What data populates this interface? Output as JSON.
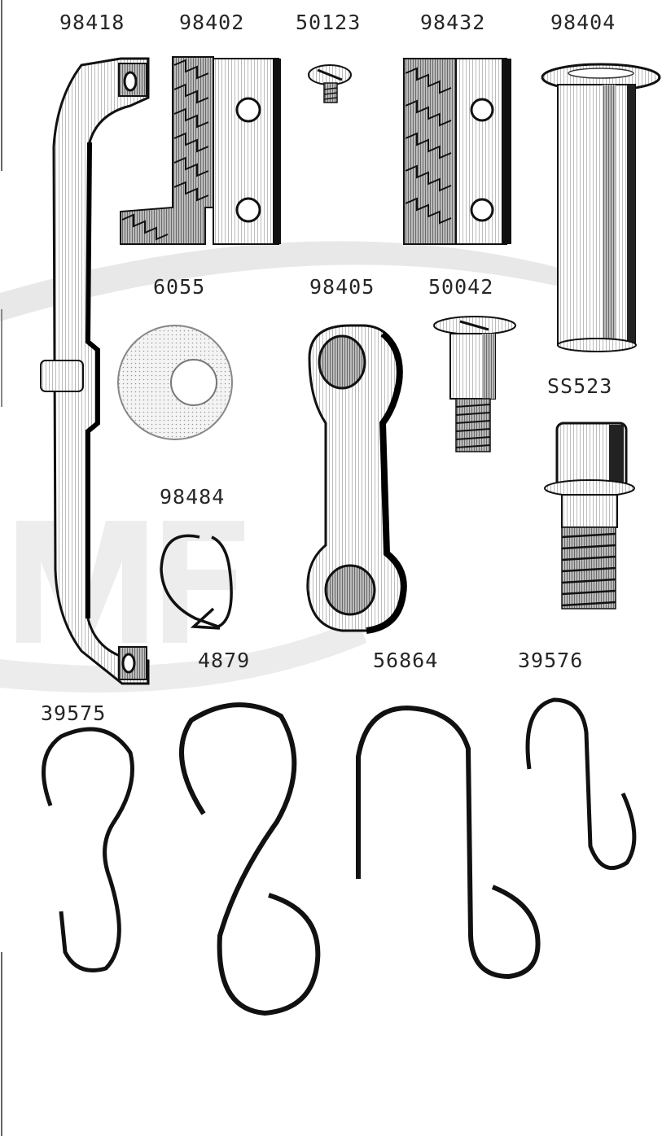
{
  "parts": [
    {
      "id": "part-98418",
      "number": "98418"
    },
    {
      "id": "part-98402",
      "number": "98402"
    },
    {
      "id": "part-50123",
      "number": "50123"
    },
    {
      "id": "part-98432",
      "number": "98432"
    },
    {
      "id": "part-98404",
      "number": "98404"
    },
    {
      "id": "part-6055",
      "number": "6055"
    },
    {
      "id": "part-98405",
      "number": "98405"
    },
    {
      "id": "part-50042",
      "number": "50042"
    },
    {
      "id": "part-ss523",
      "number": "SS523"
    },
    {
      "id": "part-98484",
      "number": "98484"
    },
    {
      "id": "part-4879",
      "number": "4879"
    },
    {
      "id": "part-56864",
      "number": "56864"
    },
    {
      "id": "part-39576",
      "number": "39576"
    },
    {
      "id": "part-39575",
      "number": "39575"
    }
  ],
  "colors": {
    "ink": "#1a1a1a",
    "paper": "#ffffff",
    "watermark": "#e6e6e6"
  }
}
